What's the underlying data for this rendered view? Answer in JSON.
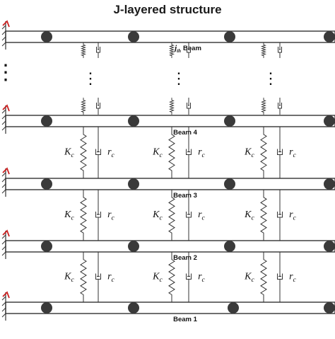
{
  "title": "J-layered structure",
  "beams": [
    {
      "label": "Beam",
      "index_prefix": "j",
      "index_suffix": "th",
      "supports": 3,
      "symbol": "small"
    },
    {
      "label": "Beam 4",
      "supports": 3,
      "symbol": "small"
    },
    {
      "label": "Beam 3",
      "supports": 3,
      "symbol": "labeled"
    },
    {
      "label": "Beam 2",
      "supports": 3,
      "symbol": "labeled"
    },
    {
      "label": "Beam 1",
      "supports": 3,
      "symbol": "labeled"
    }
  ],
  "spring_label": {
    "main": "K",
    "sub": "c"
  },
  "damper_label": {
    "main": "r",
    "sub": "c"
  },
  "ellipsis": "⋮",
  "colors": {
    "line": "#333333",
    "ball": "#3a3a3a",
    "accent": "#cc2222"
  }
}
